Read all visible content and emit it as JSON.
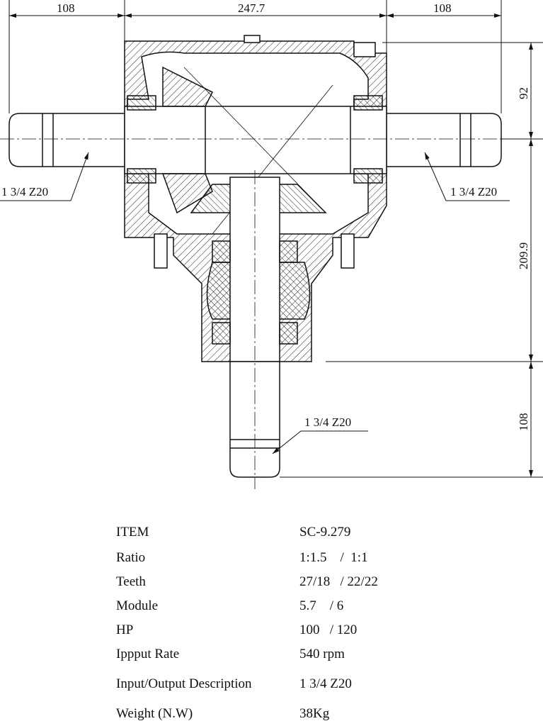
{
  "dimensions": {
    "top_left": "108",
    "top_center": "247.7",
    "top_right": "108",
    "right_upper": "92",
    "right_middle": "209.9",
    "right_lower": "108"
  },
  "callouts": {
    "left_shaft": "1 3/4 Z20",
    "right_shaft": "1 3/4 Z20",
    "bottom_shaft": "1 3/4 Z20"
  },
  "specs": [
    {
      "label": "ITEM",
      "value": "SC-9.279"
    },
    {
      "label": "Ratio",
      "value": "1:1.5    /  1:1"
    },
    {
      "label": "Teeth",
      "value": "27/18   / 22/22"
    },
    {
      "label": "Module",
      "value": "5.7    / 6"
    },
    {
      "label": "HP",
      "value": "100   / 120"
    },
    {
      "label": "Ippput Rate",
      "value": "540 rpm"
    },
    {
      "label": "Input/Output Description",
      "value": "1 3/4 Z20"
    },
    {
      "label": "Weight (N.W)",
      "value": "38Kg"
    }
  ]
}
